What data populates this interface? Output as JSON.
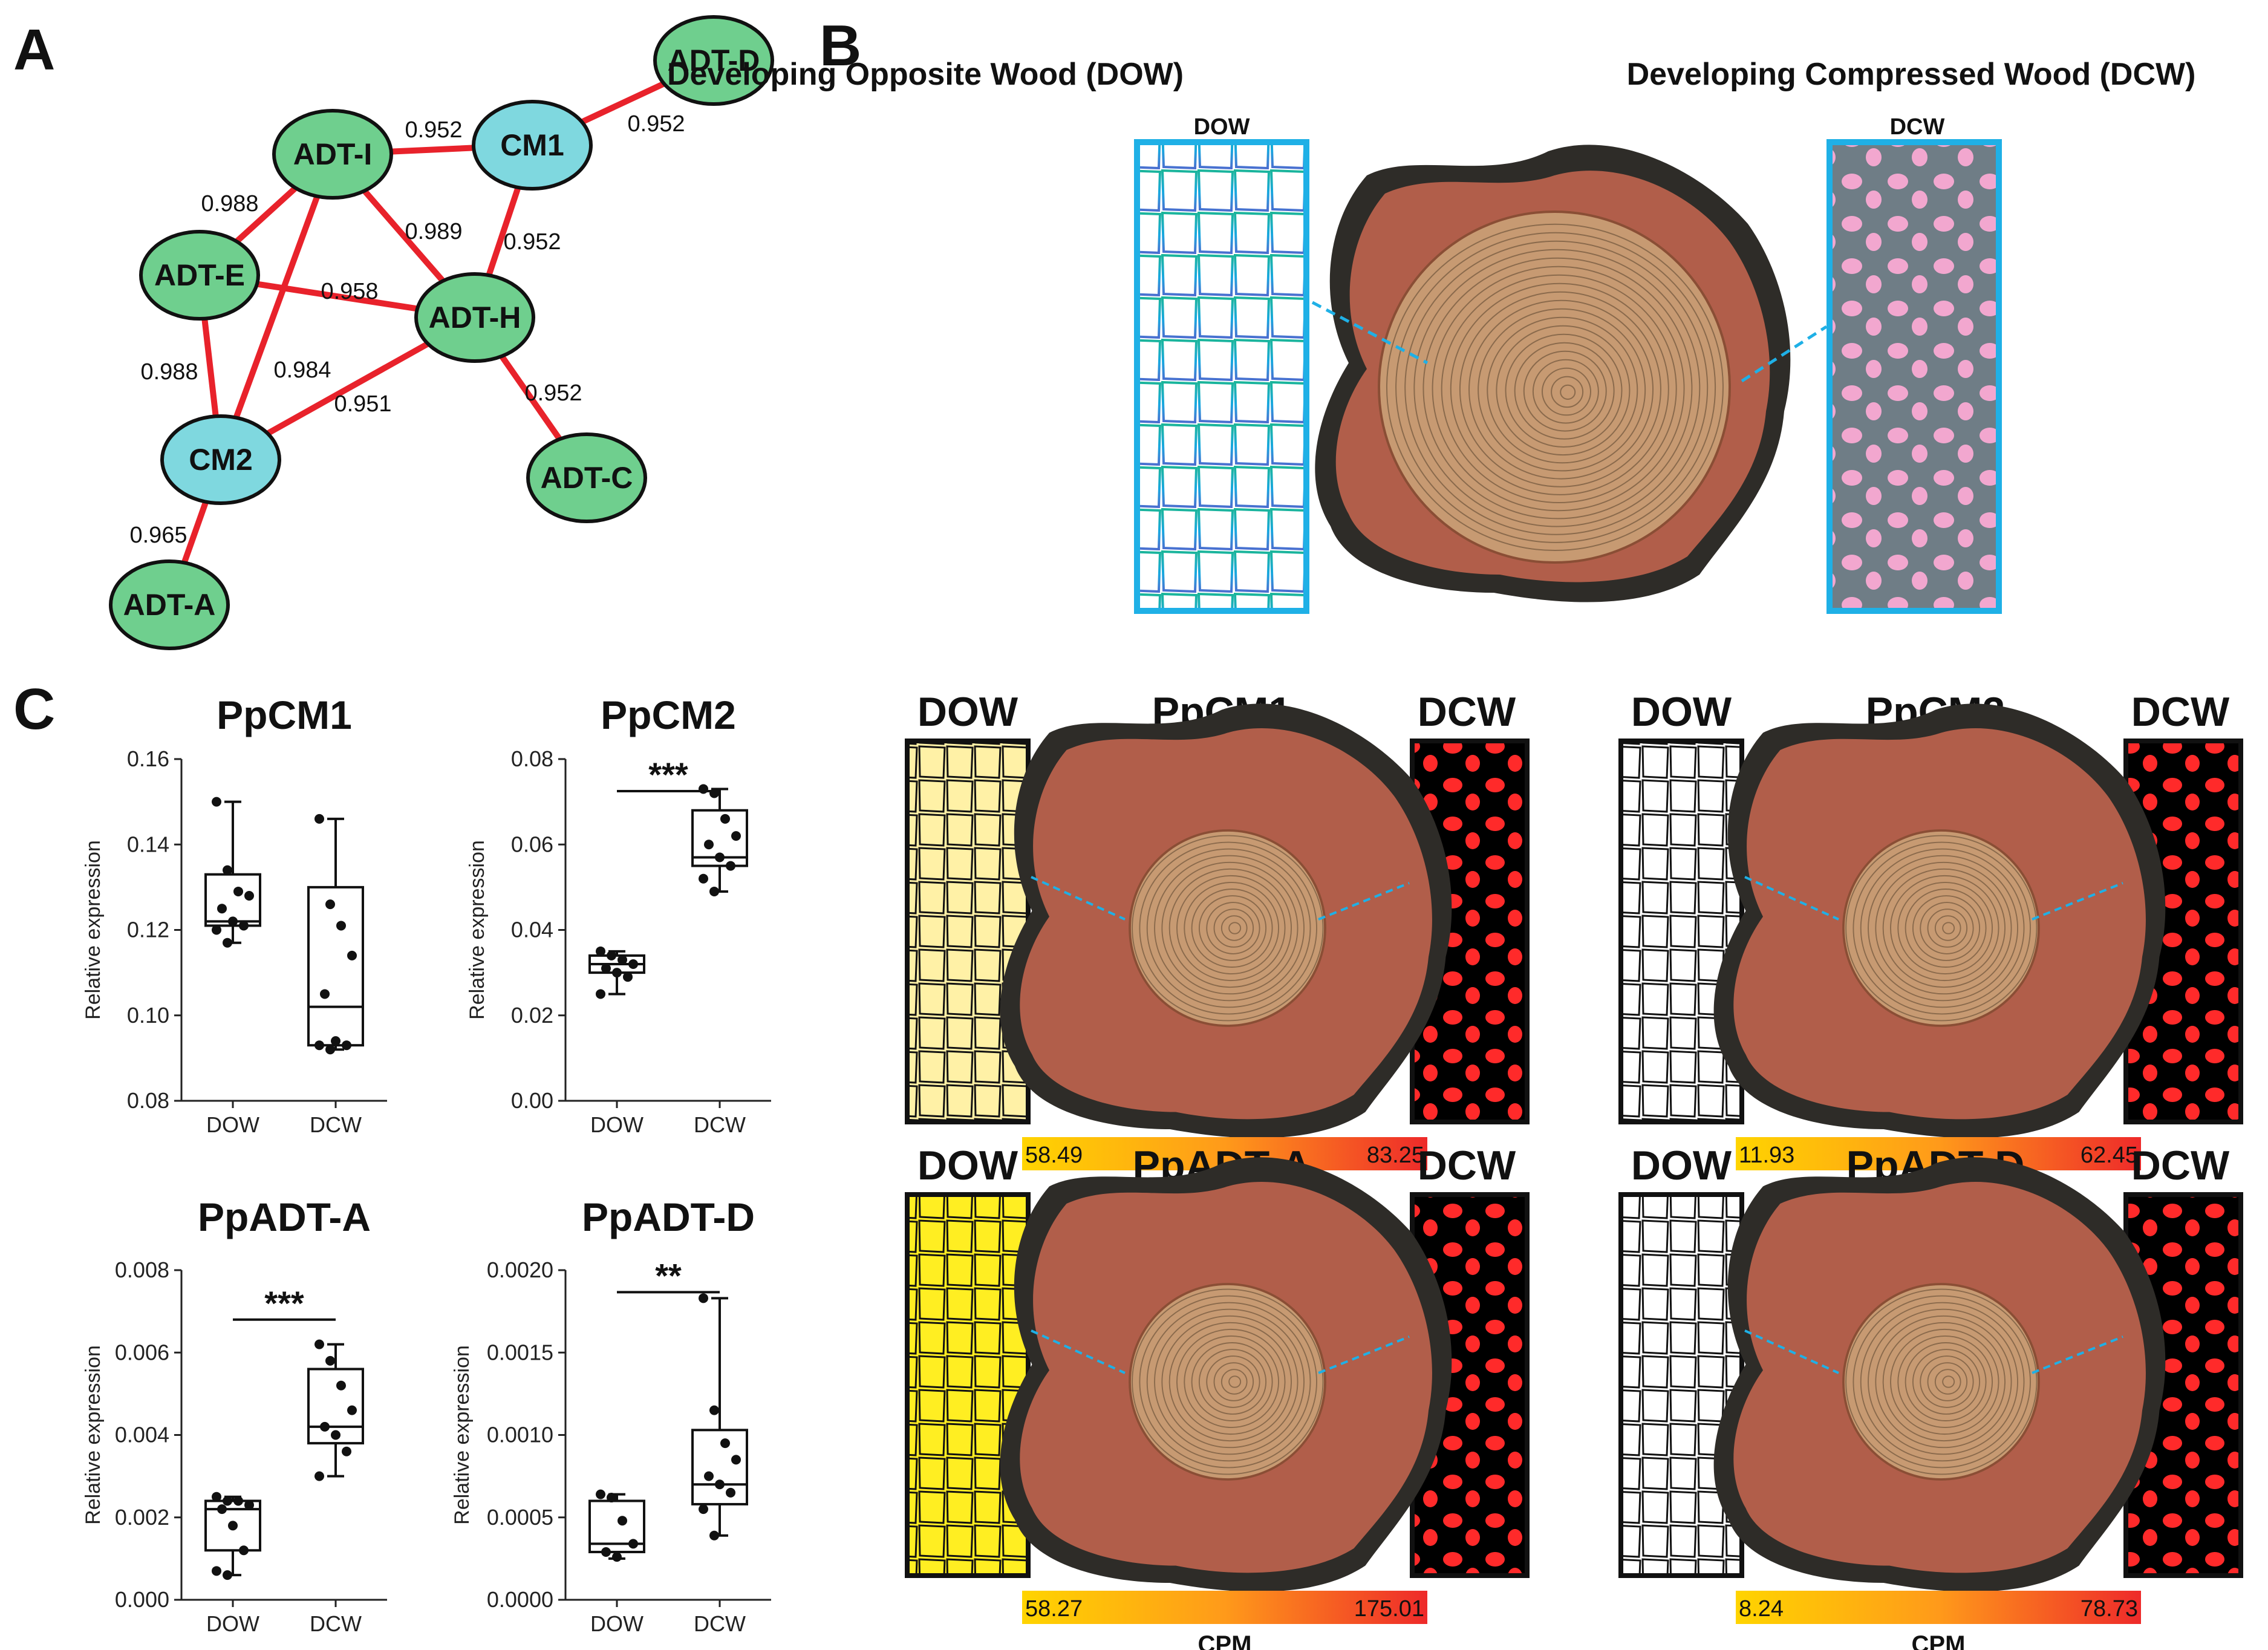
{
  "panel_letters": {
    "a": "A",
    "b": "B",
    "c": "C"
  },
  "network": {
    "nodes": [
      {
        "id": "ADT-D",
        "label": "ADT-D",
        "color": "#6fcf8e"
      },
      {
        "id": "ADT-I",
        "label": "ADT-I",
        "color": "#6fcf8e"
      },
      {
        "id": "CM1",
        "label": "CM1",
        "color": "#7fd8df"
      },
      {
        "id": "ADT-E",
        "label": "ADT-E",
        "color": "#6fcf8e"
      },
      {
        "id": "ADT-H",
        "label": "ADT-H",
        "color": "#6fcf8e"
      },
      {
        "id": "CM2",
        "label": "CM2",
        "color": "#7fd8df"
      },
      {
        "id": "ADT-C",
        "label": "ADT-C",
        "color": "#6fcf8e"
      },
      {
        "id": "ADT-A",
        "label": "ADT-A",
        "color": "#6fcf8e"
      }
    ],
    "edges": [
      {
        "from": "ADT-I",
        "to": "CM1",
        "weight": "0.952"
      },
      {
        "from": "CM1",
        "to": "ADT-D",
        "weight": "0.952"
      },
      {
        "from": "ADT-I",
        "to": "ADT-E",
        "weight": "0.988"
      },
      {
        "from": "ADT-I",
        "to": "ADT-H",
        "weight": "0.989"
      },
      {
        "from": "CM1",
        "to": "ADT-H",
        "weight": "0.952"
      },
      {
        "from": "ADT-E",
        "to": "ADT-H",
        "weight": "0.958"
      },
      {
        "from": "ADT-E",
        "to": "CM2",
        "weight": "0.988"
      },
      {
        "from": "ADT-I",
        "to": "CM2",
        "weight": "0.984"
      },
      {
        "from": "ADT-H",
        "to": "CM2",
        "weight": "0.951"
      },
      {
        "from": "ADT-H",
        "to": "ADT-C",
        "weight": "0.952"
      },
      {
        "from": "CM2",
        "to": "ADT-A",
        "weight": "0.965"
      }
    ],
    "edge_color": "#e8222b"
  },
  "panel_b": {
    "title_left": "Developing Opposite Wood (DOW)",
    "title_right": "Developing Compressed Wood (DCW)",
    "inset_left": "DOW",
    "inset_right": "DCW"
  },
  "chart_data": [
    {
      "type": "box",
      "title": "PpCM1",
      "ylabel": "Relative expression",
      "categories": [
        "DOW",
        "DCW"
      ],
      "ylim": [
        0.08,
        0.16
      ],
      "yticks": [
        "0.08",
        "0.10",
        "0.12",
        "0.14",
        "0.16"
      ],
      "boxes": [
        {
          "min": 0.117,
          "q1": 0.121,
          "median": 0.122,
          "q3": 0.133,
          "max": 0.15,
          "points": [
            0.15,
            0.134,
            0.129,
            0.128,
            0.125,
            0.122,
            0.121,
            0.12,
            0.117
          ]
        },
        {
          "min": 0.092,
          "q1": 0.093,
          "median": 0.102,
          "q3": 0.13,
          "max": 0.146,
          "points": [
            0.146,
            0.126,
            0.121,
            0.114,
            0.105,
            0.094,
            0.093,
            0.093,
            0.092
          ]
        }
      ],
      "significance": ""
    },
    {
      "type": "box",
      "title": "PpCM2",
      "ylabel": "Relative expression",
      "categories": [
        "DOW",
        "DCW"
      ],
      "ylim": [
        0,
        0.08
      ],
      "yticks": [
        "0.00",
        "0.02",
        "0.04",
        "0.06",
        "0.08"
      ],
      "boxes": [
        {
          "min": 0.025,
          "q1": 0.03,
          "median": 0.032,
          "q3": 0.034,
          "max": 0.035,
          "points": [
            0.035,
            0.034,
            0.033,
            0.032,
            0.031,
            0.03,
            0.029,
            0.025
          ]
        },
        {
          "min": 0.049,
          "q1": 0.055,
          "median": 0.057,
          "q3": 0.068,
          "max": 0.073,
          "points": [
            0.073,
            0.072,
            0.066,
            0.062,
            0.06,
            0.057,
            0.055,
            0.052,
            0.049
          ]
        }
      ],
      "significance": "***"
    },
    {
      "type": "box",
      "title": "PpADT-A",
      "ylabel": "Relative expression",
      "categories": [
        "DOW",
        "DCW"
      ],
      "ylim": [
        0,
        0.008
      ],
      "yticks": [
        "0.000",
        "0.002",
        "0.004",
        "0.006",
        "0.008"
      ],
      "boxes": [
        {
          "min": 0.0006,
          "q1": 0.0012,
          "median": 0.0022,
          "q3": 0.0024,
          "max": 0.0025,
          "points": [
            0.0025,
            0.0024,
            0.0024,
            0.0023,
            0.0022,
            0.0018,
            0.0012,
            0.0007,
            0.0006
          ]
        },
        {
          "min": 0.003,
          "q1": 0.0038,
          "median": 0.0042,
          "q3": 0.0056,
          "max": 0.0062,
          "points": [
            0.0062,
            0.0058,
            0.0052,
            0.0046,
            0.0042,
            0.004,
            0.0036,
            0.003
          ]
        }
      ],
      "significance": "***"
    },
    {
      "type": "box",
      "title": "PpADT-D",
      "ylabel": "Relative expression",
      "categories": [
        "DOW",
        "DCW"
      ],
      "ylim": [
        0,
        0.002
      ],
      "yticks": [
        "0.0000",
        "0.0005",
        "0.0010",
        "0.0015",
        "0.0020"
      ],
      "boxes": [
        {
          "min": 0.00025,
          "q1": 0.00029,
          "median": 0.00034,
          "q3": 0.0006,
          "max": 0.00064,
          "points": [
            0.00064,
            0.00062,
            0.00048,
            0.00034,
            0.00029,
            0.00026
          ]
        },
        {
          "min": 0.00039,
          "q1": 0.00058,
          "median": 0.0007,
          "q3": 0.00103,
          "max": 0.00183,
          "points": [
            0.00183,
            0.00115,
            0.00095,
            0.00085,
            0.00075,
            0.0007,
            0.00065,
            0.00055,
            0.00039
          ]
        }
      ],
      "significance": "**"
    }
  ],
  "heatmaps": [
    {
      "gene": "PpCM1",
      "min": "58.49",
      "max": "83.25",
      "dow_color": "#fff1a6",
      "dcw_color": "#ff2a2a"
    },
    {
      "gene": "PpCM2",
      "min": "11.93",
      "max": "62.45",
      "dow_color": "#ffffff",
      "dcw_color": "#ff2a2a"
    },
    {
      "gene": "PpADT-A",
      "min": "58.27",
      "max": "175.01",
      "dow_color": "#ffee22",
      "dcw_color": "#ff2a2a"
    },
    {
      "gene": "PpADT-D",
      "min": "8.24",
      "max": "78.73",
      "dow_color": "#ffffff",
      "dcw_color": "#ff2a2a"
    }
  ],
  "heatmap_labels": {
    "dow": "DOW",
    "dcw": "DCW",
    "unit": "CPM"
  }
}
